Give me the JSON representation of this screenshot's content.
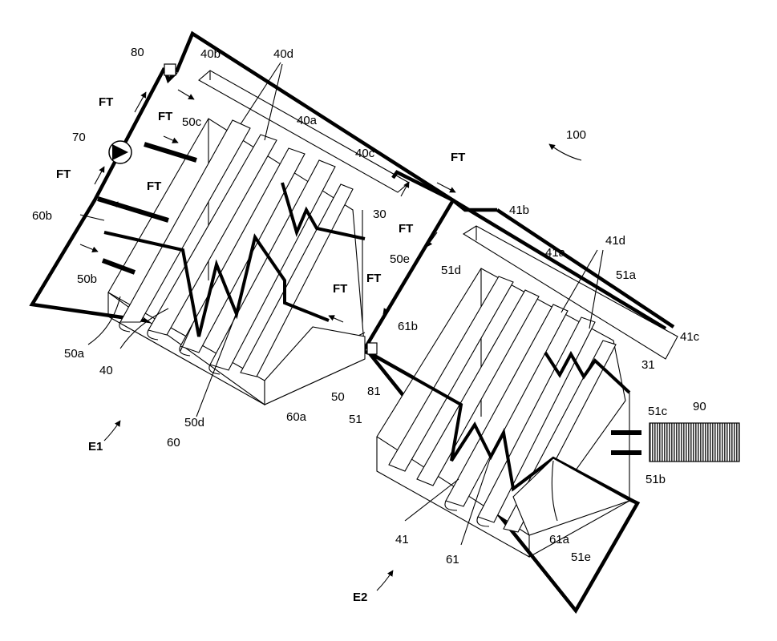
{
  "labels": {
    "l80": "80",
    "l40b": "40b",
    "l40d": "40d",
    "l40a": "40a",
    "l40c": "40c",
    "l100": "100",
    "l50c": "50c",
    "l70": "70",
    "l60b": "60b",
    "l50b": "50b",
    "l50a": "50a",
    "l40": "40",
    "l60": "60",
    "l50d": "50d",
    "l30": "30",
    "l50e": "50e",
    "l50": "50",
    "l60a": "60a",
    "l81": "81",
    "l61b": "61b",
    "l51d": "51d",
    "l41b": "41b",
    "l41a": "41a",
    "l41d": "41d",
    "l51a": "51a",
    "l41c": "41c",
    "l31": "31",
    "l51c": "51c",
    "l90": "90",
    "l51b": "51b",
    "l51": "51",
    "l41": "41",
    "l61": "61",
    "l61a": "61a",
    "l51e": "51e",
    "lE1": "E1",
    "lE2": "E2"
  },
  "flow_label": "FT"
}
